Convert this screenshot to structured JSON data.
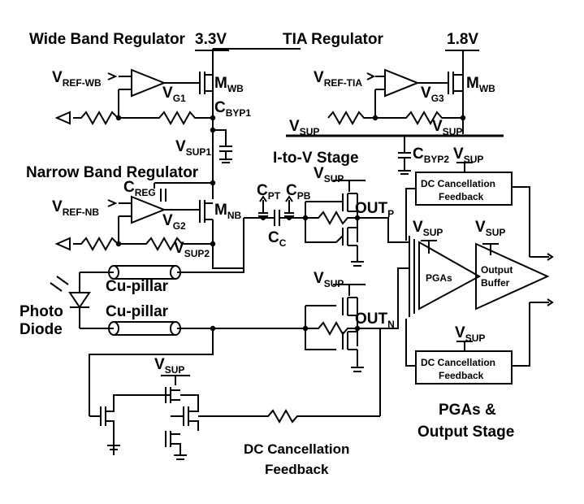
{
  "titles": {
    "wide_band": "Wide Band Regulator",
    "tia": "TIA Regulator",
    "narrow_band": "Narrow Band Regulator",
    "itov": "I-to-V Stage",
    "pga_stage_1": "PGAs &",
    "pga_stage_2": "Output Stage",
    "dc_fb_1": "DC Cancellation",
    "dc_fb_2": "Feedback"
  },
  "supplies": {
    "v33": "3.3V",
    "v18": "1.8V"
  },
  "labels": {
    "vref_wb": {
      "main": "V",
      "sub": "REF-WB"
    },
    "vref_tia": {
      "main": "V",
      "sub": "REF-TIA"
    },
    "vref_nb": {
      "main": "V",
      "sub": "REF-NB"
    },
    "vg1": {
      "main": "V",
      "sub": "G1"
    },
    "vg2": {
      "main": "V",
      "sub": "G2"
    },
    "vg3": {
      "main": "V",
      "sub": "G3"
    },
    "mwb1": {
      "main": "M",
      "sub": "WB"
    },
    "mwb2": {
      "main": "M",
      "sub": "WB"
    },
    "mnb": {
      "main": "M",
      "sub": "NB"
    },
    "cbyp1": {
      "main": "C",
      "sub": "BYP1"
    },
    "cbyp2": {
      "main": "C",
      "sub": "BYP2"
    },
    "creg": {
      "main": "C",
      "sub": "REG"
    },
    "vsup1": {
      "main": "V",
      "sub": "SUP1"
    },
    "vsup2": {
      "main": "V",
      "sub": "SUP2"
    },
    "vsup_left": {
      "main": "V",
      "sub": "SUP"
    },
    "vsup_right": {
      "main": "V",
      "sub": "SUP"
    },
    "vsup_dc_top": {
      "main": "V",
      "sub": "SUP"
    },
    "vsup_pga": {
      "main": "V",
      "sub": "SUP"
    },
    "vsup_buf": {
      "main": "V",
      "sub": "SUP"
    },
    "vsup_dc_bot": {
      "main": "V",
      "sub": "SUP"
    },
    "vsup_itov_top": {
      "main": "V",
      "sub": "SUP"
    },
    "vsup_itov_bot": {
      "main": "V",
      "sub": "SUP"
    },
    "vsup_bottom": {
      "main": "V",
      "sub": "SUP"
    },
    "cpt": {
      "main": "C",
      "sub": "PT"
    },
    "cpb": {
      "main": "C",
      "sub": "PB"
    },
    "cc": {
      "main": "C",
      "sub": "C"
    },
    "outp": {
      "main": "OUT",
      "sub": "P"
    },
    "outn": {
      "main": "OUT",
      "sub": "N"
    }
  },
  "blocks": {
    "dc_top_1": "DC Cancellation",
    "dc_top_2": "Feedback",
    "dc_bot_1": "DC Cancellation",
    "dc_bot_2": "Feedback",
    "pgas": "PGAs",
    "outbuf_1": "Output",
    "outbuf_2": "Buffer"
  },
  "components": {
    "cu_pillar_1": "Cu-pillar",
    "cu_pillar_2": "Cu-pillar",
    "photo_1": "Photo",
    "photo_2": "Diode"
  }
}
